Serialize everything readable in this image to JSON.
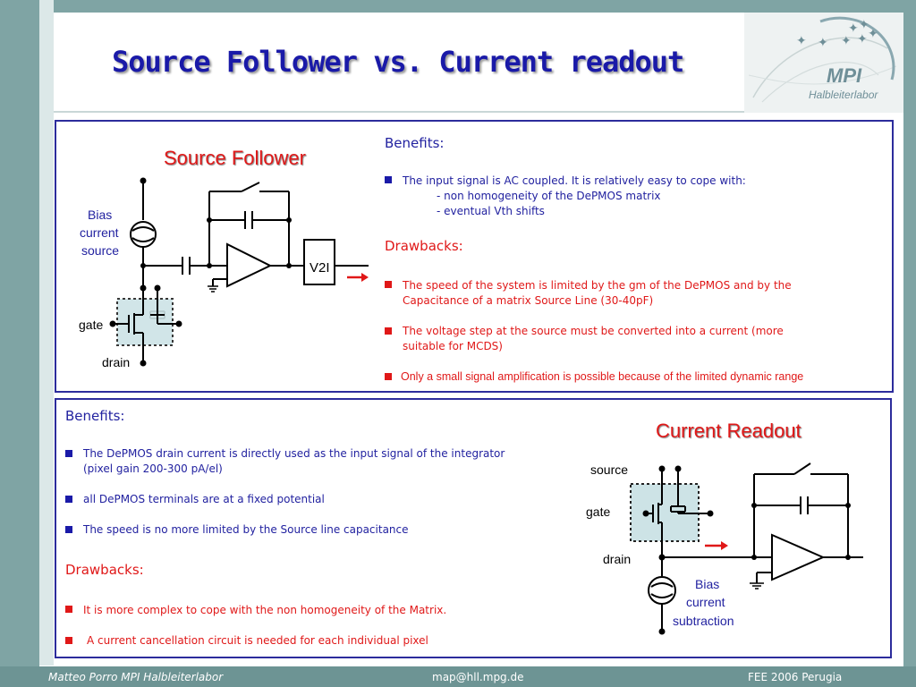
{
  "slide": {
    "title": "Source Follower vs. Current readout",
    "logo": {
      "name": "MPI",
      "sub": "Halbleiterlabor"
    }
  },
  "source_follower": {
    "title": "Source Follower",
    "bias_label": [
      "Bias",
      "current",
      "source"
    ],
    "gate_label": "gate",
    "drain_label": "drain",
    "v2i_label": "V2I"
  },
  "top_text": {
    "benefits_head": "Benefits:",
    "benefit1": "The input signal is AC coupled. It is relatively easy to cope with:",
    "benefit1_sub1": "- non homogeneity of the DePMOS matrix",
    "benefit1_sub2": "- eventual Vth shifts",
    "drawbacks_head": "Drawbacks:",
    "drawback1_l1": "The speed of the system is limited by the gm of the DePMOS and by the",
    "drawback1_l2": "Capacitance of a matrix Source Line (30-40pF)",
    "drawback2_l1": "The voltage step at the source must be converted into a current (more",
    "drawback2_l2": "suitable for MCDS)",
    "drawback3": "Only a small signal amplification is possible because of the limited dynamic range"
  },
  "bottom_text": {
    "benefits_head": "Benefits:",
    "benefit1_l1": "The DePMOS drain current is directly used as the input signal of the integrator",
    "benefit1_l2": "(pixel gain 200-300 pA/el)",
    "benefit2": "all DePMOS terminals are at a fixed potential",
    "benefit3": "The speed is no more limited by the Source line capacitance",
    "drawbacks_head": "Drawbacks:",
    "drawback1": "It is more complex to cope with the non homogeneity of the Matrix.",
    "drawback2": "A current cancellation circuit is needed for each individual pixel"
  },
  "current_readout": {
    "title": "Current Readout",
    "source_label": "source",
    "gate_label": "gate",
    "drain_label": "drain",
    "bias_label": [
      "Bias",
      "current",
      "subtraction"
    ]
  },
  "footer": {
    "author": "Matteo Porro  MPI Halbleiterlabor",
    "email": "map@hll.mpg.de",
    "event": "FEE 2006 Perugia"
  },
  "colors": {
    "title": "#1a1aa8",
    "accent_red": "#e01818",
    "band": "#7fa4a4",
    "panel_border": "#2c2c9c"
  }
}
